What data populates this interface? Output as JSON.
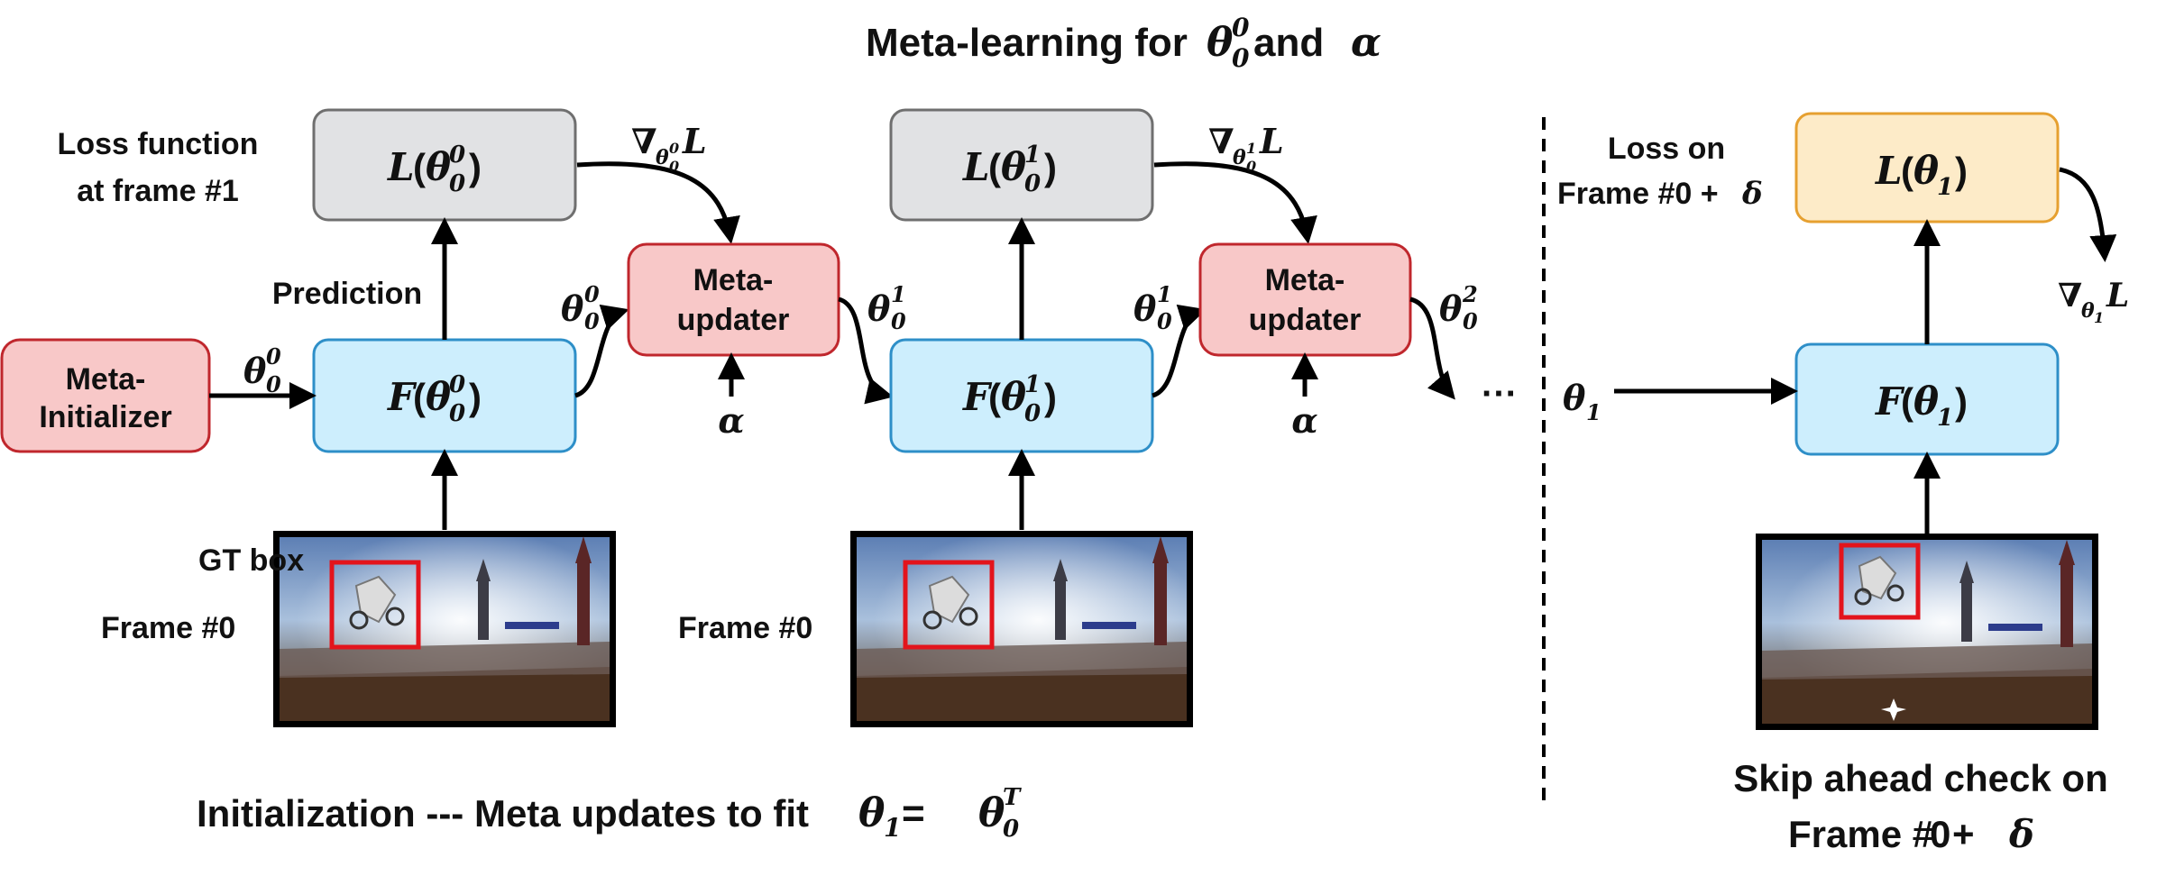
{
  "title": {
    "text": "Meta-learning for ",
    "theta": "θ",
    "sup": "0",
    "sub": "0",
    "and_text": " and ",
    "alpha": "α"
  },
  "colors": {
    "gray_fill": "#e1e2e4",
    "gray_stroke": "#6f6f6f",
    "blue_fill": "#cdeefd",
    "blue_stroke": "#2e8fc8",
    "red_fill": "#f8c8c8",
    "red_stroke": "#c0272d",
    "orange_fill": "#fdebc8",
    "orange_stroke": "#e6a030",
    "gt_box": "#e3141c"
  },
  "nodes": {
    "meta_initializer": {
      "line1": "Meta-",
      "line2": "Initializer"
    },
    "meta_updater_1": {
      "line1": "Meta-",
      "line2": "updater"
    },
    "meta_updater_2": {
      "line1": "Meta-",
      "line2": "updater"
    },
    "loss_1": {
      "func": "L",
      "theta": "θ",
      "sup": "0",
      "sub": "0"
    },
    "forward_1": {
      "func": "F",
      "theta": "θ",
      "sup": "0",
      "sub": "0"
    },
    "loss_2": {
      "func": "L",
      "theta": "θ",
      "sup": "1",
      "sub": "0"
    },
    "forward_2": {
      "func": "F",
      "theta": "θ",
      "sup": "1",
      "sub": "0"
    },
    "loss_3": {
      "func": "L",
      "theta": "θ",
      "sub": "1"
    },
    "forward_3": {
      "func": "F",
      "theta": "θ",
      "sub": "1"
    }
  },
  "labels": {
    "loss_function_1": "Loss function",
    "loss_function_2": "at frame #1",
    "prediction": "Prediction",
    "gt_box": "GT box",
    "frame0_a": "Frame #0",
    "frame0_b": "Frame #0",
    "loss_on_1": "Loss on",
    "loss_on_2": "Frame #0 + ",
    "loss_on_delta": "δ",
    "ellipsis": "···",
    "alpha": "α",
    "nabla": "∇",
    "L": "L",
    "theta": "θ",
    "grad1_sub_sup": "0",
    "grad1_sub_sub": "0",
    "grad2_sub_sup": "1",
    "grad2_sub_sub": "0",
    "grad3_sub_sub": "1",
    "edge_init": {
      "sup": "0",
      "sub": "0"
    },
    "edge_f1_out": {
      "sup": "0",
      "sub": "0"
    },
    "edge_mu1_out": {
      "sup": "1",
      "sub": "0"
    },
    "edge_f2_out": {
      "sup": "1",
      "sub": "0"
    },
    "edge_mu2_out": {
      "sup": "2",
      "sub": "0"
    },
    "edge_theta1_sub": "1",
    "bottom_left_text": "Initialization --- Meta updates to fit ",
    "bottom_left_eq": {
      "lhs_sub": "1",
      "eq": " = ",
      "rhs_sup": "T",
      "rhs_sub": "0"
    },
    "skip_ahead_1": "Skip ahead check on",
    "skip_ahead_2": "Frame #",
    "skip_ahead_num": "0",
    "skip_ahead_plus": " + ",
    "skip_ahead_delta": "δ"
  }
}
